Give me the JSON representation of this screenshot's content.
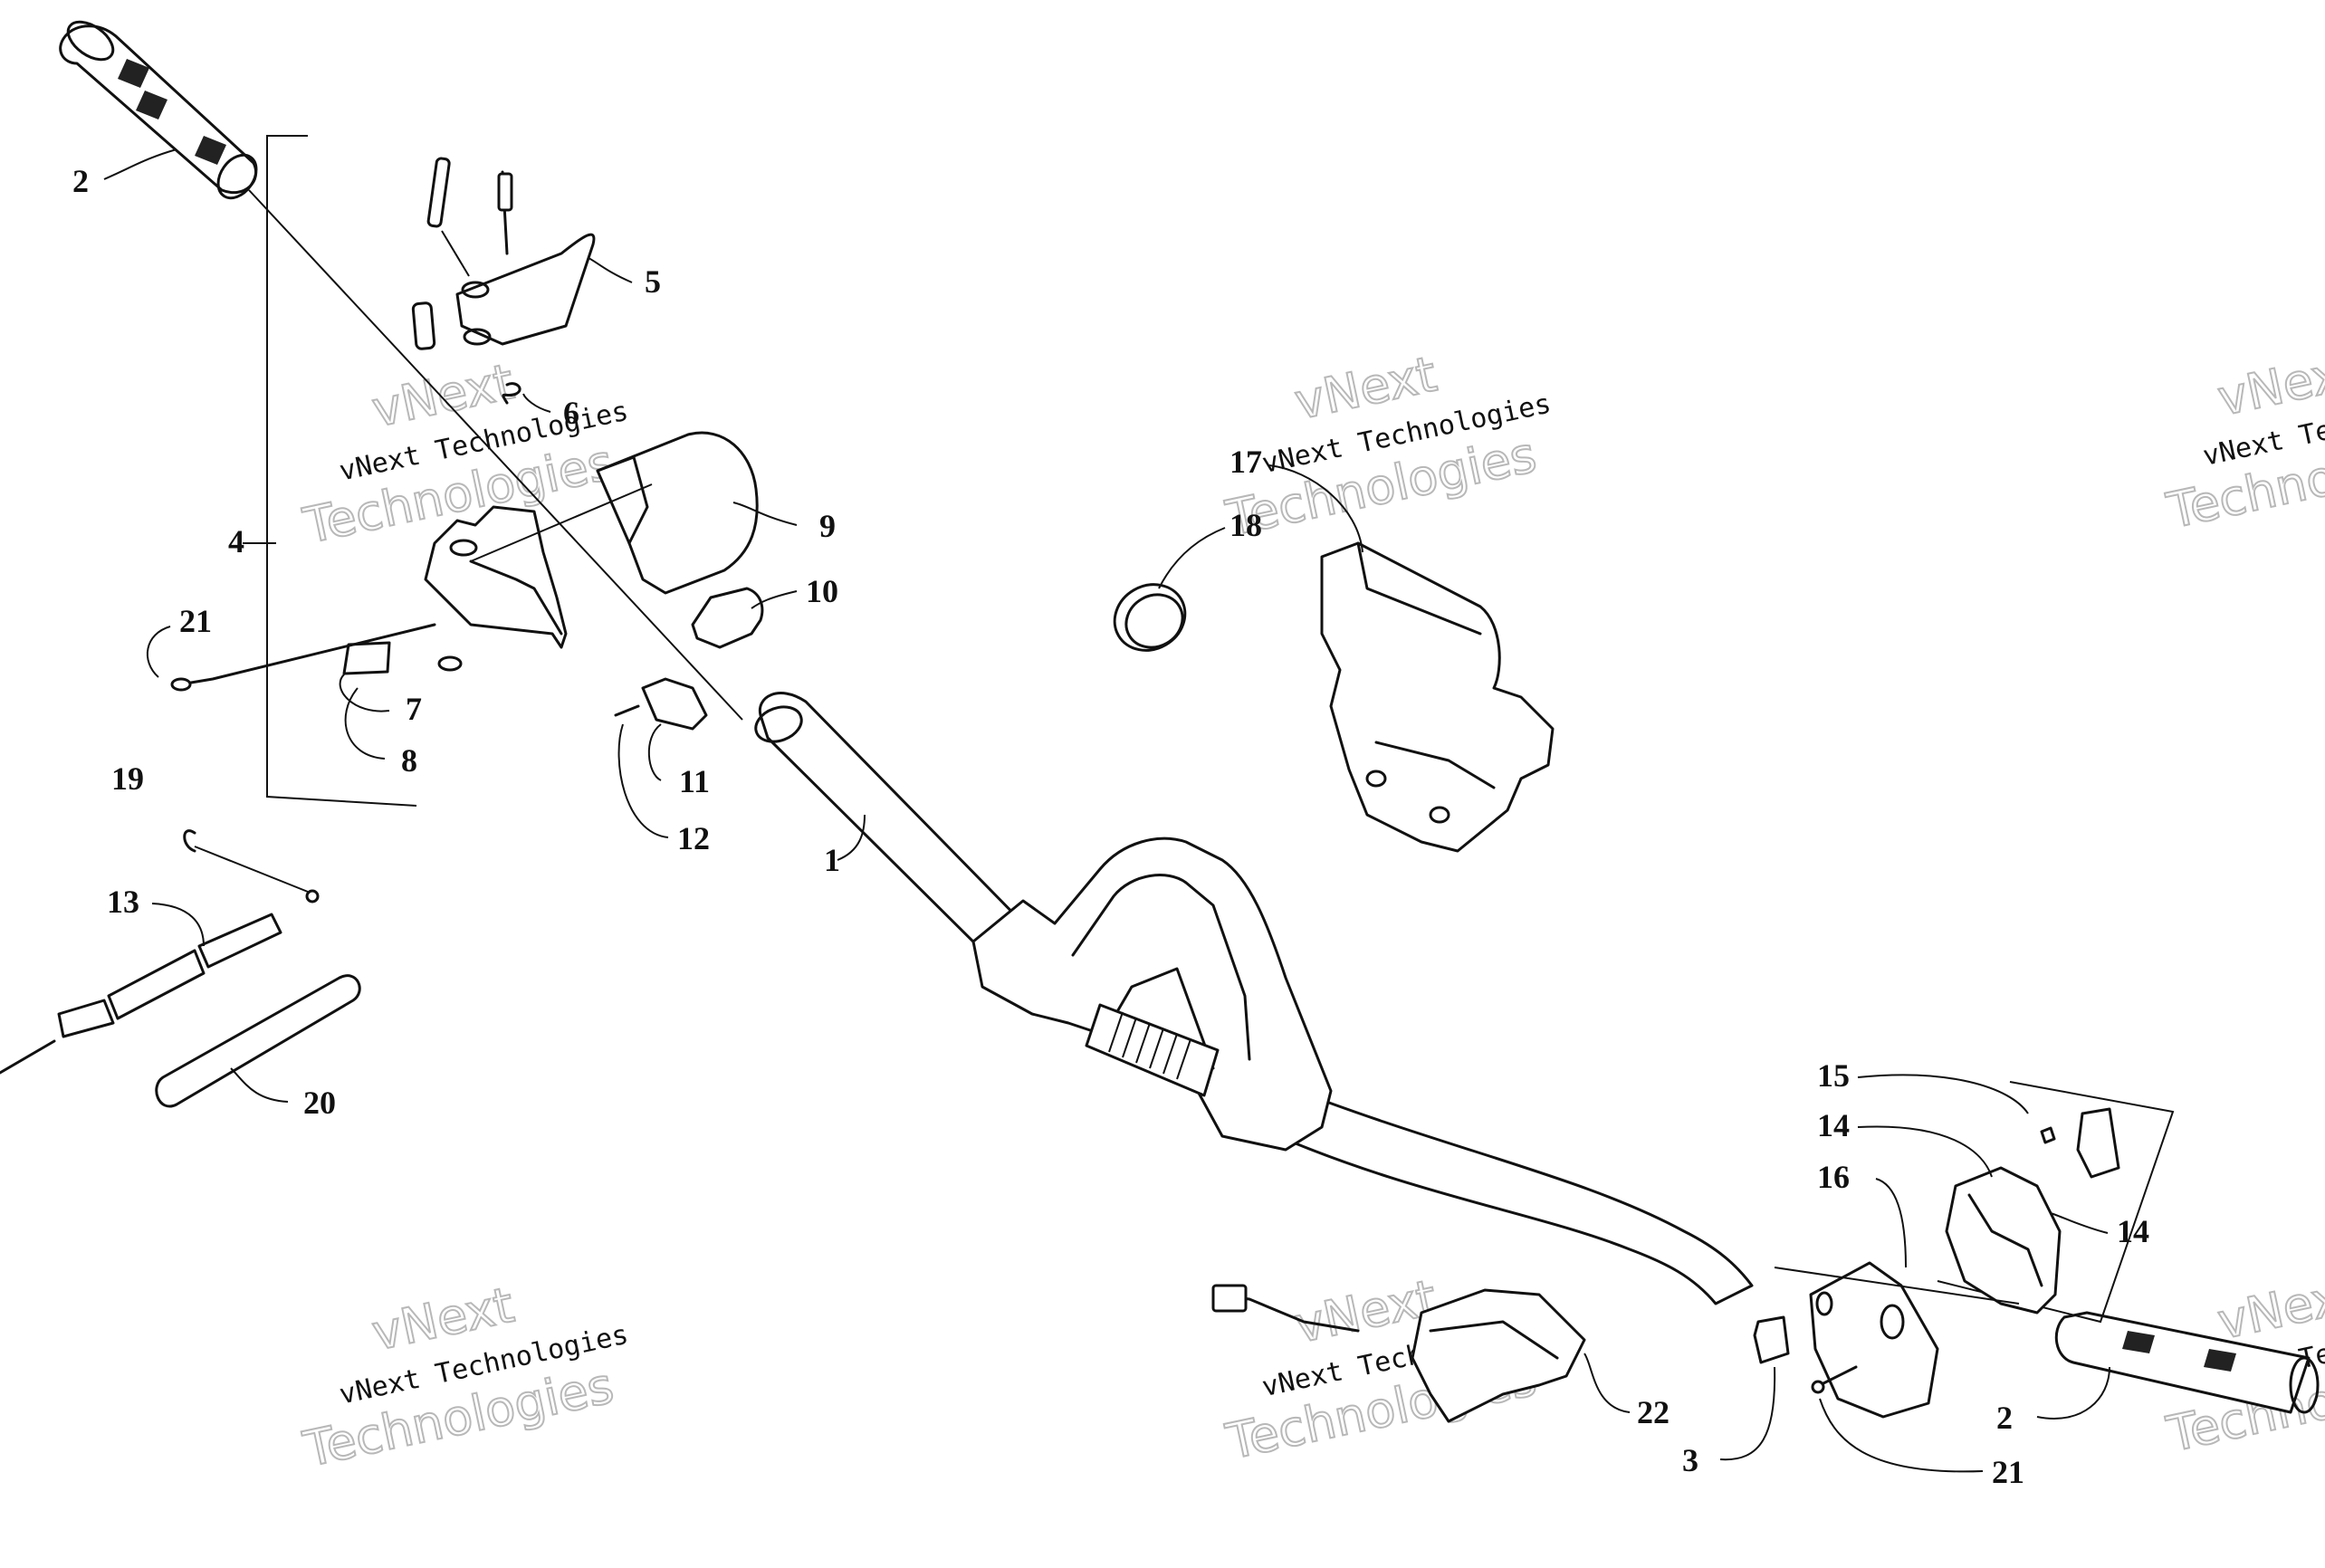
{
  "watermark": {
    "line1": "vNext",
    "line2": "vNext Technologies",
    "line3": "Technologies"
  },
  "callouts": [
    {
      "id": "c1",
      "text": "1"
    },
    {
      "id": "c2a",
      "text": "2"
    },
    {
      "id": "c2b",
      "text": "2"
    },
    {
      "id": "c3",
      "text": "3"
    },
    {
      "id": "c4",
      "text": "4"
    },
    {
      "id": "c5",
      "text": "5"
    },
    {
      "id": "c6",
      "text": "6"
    },
    {
      "id": "c7",
      "text": "7"
    },
    {
      "id": "c8",
      "text": "8"
    },
    {
      "id": "c9",
      "text": "9"
    },
    {
      "id": "c10",
      "text": "10"
    },
    {
      "id": "c11",
      "text": "11"
    },
    {
      "id": "c12",
      "text": "12"
    },
    {
      "id": "c13",
      "text": "13"
    },
    {
      "id": "c14a",
      "text": "14"
    },
    {
      "id": "c14b",
      "text": "14"
    },
    {
      "id": "c15",
      "text": "15"
    },
    {
      "id": "c16",
      "text": "16"
    },
    {
      "id": "c17",
      "text": "17"
    },
    {
      "id": "c18",
      "text": "18"
    },
    {
      "id": "c19",
      "text": "19"
    },
    {
      "id": "c20",
      "text": "20"
    },
    {
      "id": "c21a",
      "text": "21"
    },
    {
      "id": "c21b",
      "text": "21"
    },
    {
      "id": "c22",
      "text": "22"
    }
  ]
}
